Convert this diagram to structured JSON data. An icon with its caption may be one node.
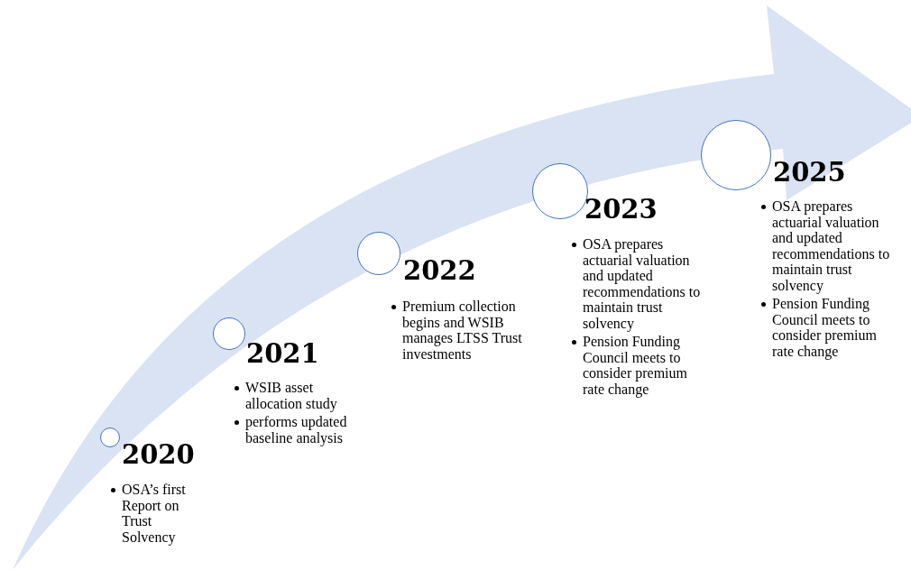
{
  "diagram": {
    "nodes": [
      {
        "text": [],
        "shape": "circle",
        "beside": [
          "2020",
          "OSA’s first Report on Trust Solvency"
        ]
      },
      {
        "text": [],
        "shape": "circle",
        "beside": [
          "2021",
          "WSIB asset allocation study",
          "performs updated baseline analysis"
        ]
      },
      {
        "text": [],
        "shape": "circle",
        "beside": [
          "2022",
          "Premium collection begins and WSIB manages LTSS Trust investments"
        ]
      },
      {
        "text": [],
        "shape": "circle",
        "beside": [
          "2023",
          "OSA prepares actuarial valuation and updated recommendations to maintain trust solvency",
          "Pension Funding Council meets to consider premium rate change"
        ]
      },
      {
        "text": [],
        "shape": "circle",
        "beside": [
          "2025",
          "OSA prepares actuarial valuation and updated recommendations to maintain trust solvency",
          "Pension Funding Council meets to consider premium rate change"
        ]
      }
    ],
    "edges": []
  }
}
